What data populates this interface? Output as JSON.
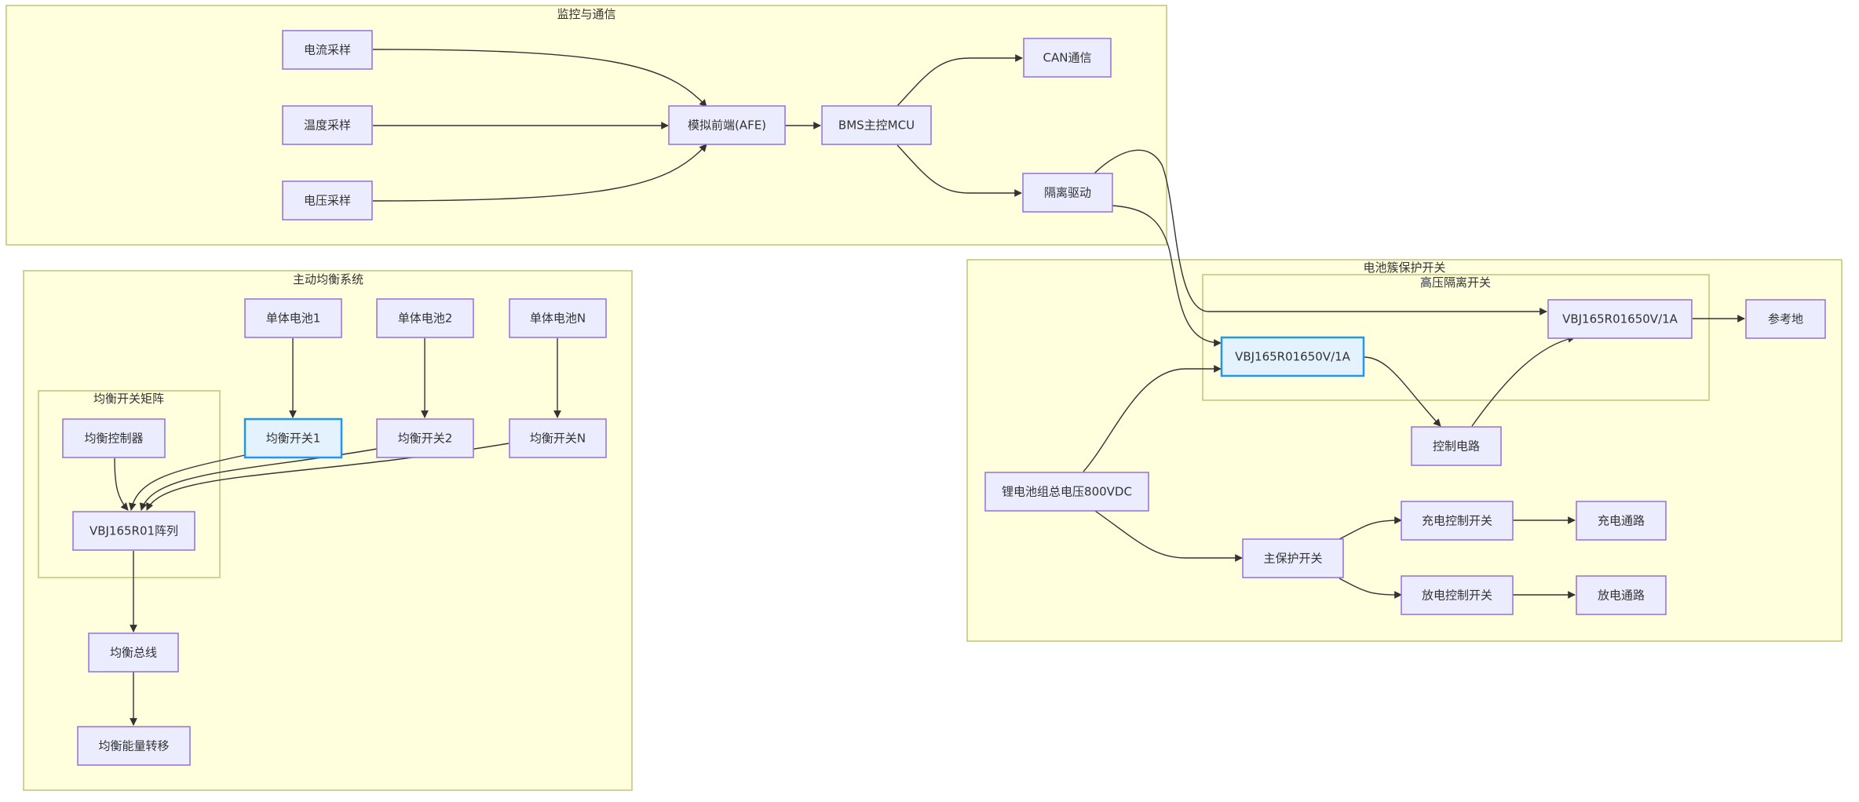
{
  "clusters": {
    "monitor": "监控与通信",
    "balance": "主动均衡系统",
    "matrix": "均衡开关矩阵",
    "protect": "电池簇保护开关",
    "hv": "高压隔离开关"
  },
  "nodes": {
    "current": "电流采样",
    "temp": "温度采样",
    "voltage": "电压采样",
    "afe": "模拟前端(AFE)",
    "mcu": "BMS主控MCU",
    "can": "CAN通信",
    "iso": "隔离驱动",
    "cell1": "单体电池1",
    "cell2": "单体电池2",
    "cellN": "单体电池N",
    "bctrl": "均衡控制器",
    "sw1": "均衡开关1",
    "sw2": "均衡开关2",
    "swN": "均衡开关N",
    "array": "VBJ165R01阵列",
    "bus": "均衡总线",
    "transfer": "均衡能量转移",
    "hvsw1": "VBJ165R01650V/1A",
    "hvsw2": "VBJ165R01650V/1A",
    "ref": "参考地",
    "ctrl": "控制电路",
    "pack": "锂电池组总电压800VDC",
    "main": "主保护开关",
    "chgsw": "充电控制开关",
    "dchsw": "放电控制开关",
    "chgpath": "充电通路",
    "dchpath": "放电通路"
  },
  "highlighted": [
    "sw1",
    "hvsw1"
  ]
}
